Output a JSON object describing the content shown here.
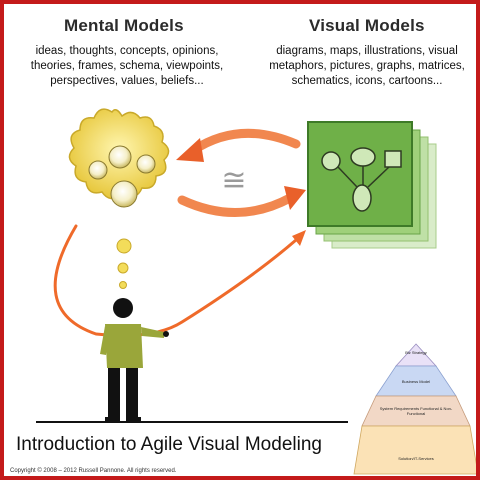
{
  "mental": {
    "title": "Mental Models",
    "lines": [
      "ideas, thoughts, concepts, opinions,",
      "theories, frames, schema, viewpoints,",
      "perspectives, values, beliefs..."
    ]
  },
  "visual": {
    "title": "Visual Models",
    "lines": [
      "diagrams, maps, illustrations, visual",
      "metaphors, pictures, graphs, matrices,",
      "schematics, icons, cartoons..."
    ]
  },
  "approx_symbol": "≅",
  "caption": "Introduction to Agile Visual Modeling",
  "copyright": "Copyright © 2008 – 2012  Russell Pannone. All rights reserved.",
  "pyramid": {
    "levels": [
      "Biz Strategy",
      "Business Model",
      "System Requirements Functional & Non-Functional",
      "Solution/IT-Services"
    ]
  },
  "colors": {
    "border": "#c41a1a",
    "arrow": "#ef7a3c",
    "cloud": "#f3dc5a",
    "model_box": "#5a9a3a",
    "person_shirt": "#9aa63a"
  }
}
